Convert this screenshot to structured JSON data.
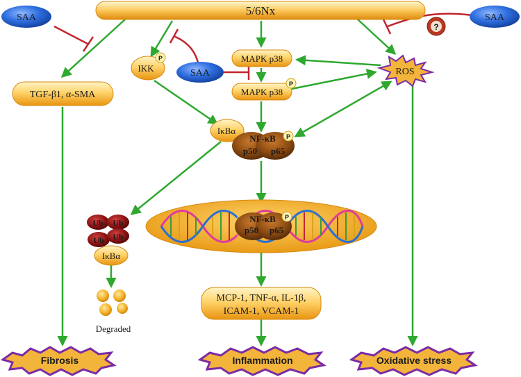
{
  "stimulus": "5/6Nx",
  "saa": {
    "top_left": "SAA",
    "top_right": "SAA",
    "middle": "SAA"
  },
  "unknown_marker": "?",
  "phosphate_marker": "P",
  "nodes": {
    "tgf": "TGF-β1, α-SMA",
    "ikk": "IKK",
    "mapk": "MAPK p38",
    "mapk_p": "MAPK p38",
    "ros": "ROS",
    "ikba": "IκBα",
    "nfkb_top": "NF-κB",
    "p50": "p50",
    "p65": "p65",
    "nfkb_nuc": "NF-κB",
    "p50_nuc": "p50",
    "p65_nuc": "p65",
    "ub": "Ub",
    "ikba_ub": "IκBα",
    "degraded": "Degraded",
    "cytokines_line1": "MCP-1, TNF-α, IL-1β,",
    "cytokines_line2": "ICAM-1, VCAM-1"
  },
  "outcomes": {
    "fibrosis": "Fibrosis",
    "inflammation": "Inflammation",
    "oxidative": "Oxidative stress"
  },
  "colors": {
    "activation_arrow": "#2ea82e",
    "inhibition": "#c0262d",
    "orange_gradient_light": "#ffe7a3",
    "orange_gradient_dark": "#f3a51c",
    "saa_blue": "#1f62d6",
    "burst_fill": "#f2b43a",
    "burst_stroke": "#7b2ba5",
    "ub_red": "#8b1414",
    "nfkb_brown": "#8a4a12"
  }
}
